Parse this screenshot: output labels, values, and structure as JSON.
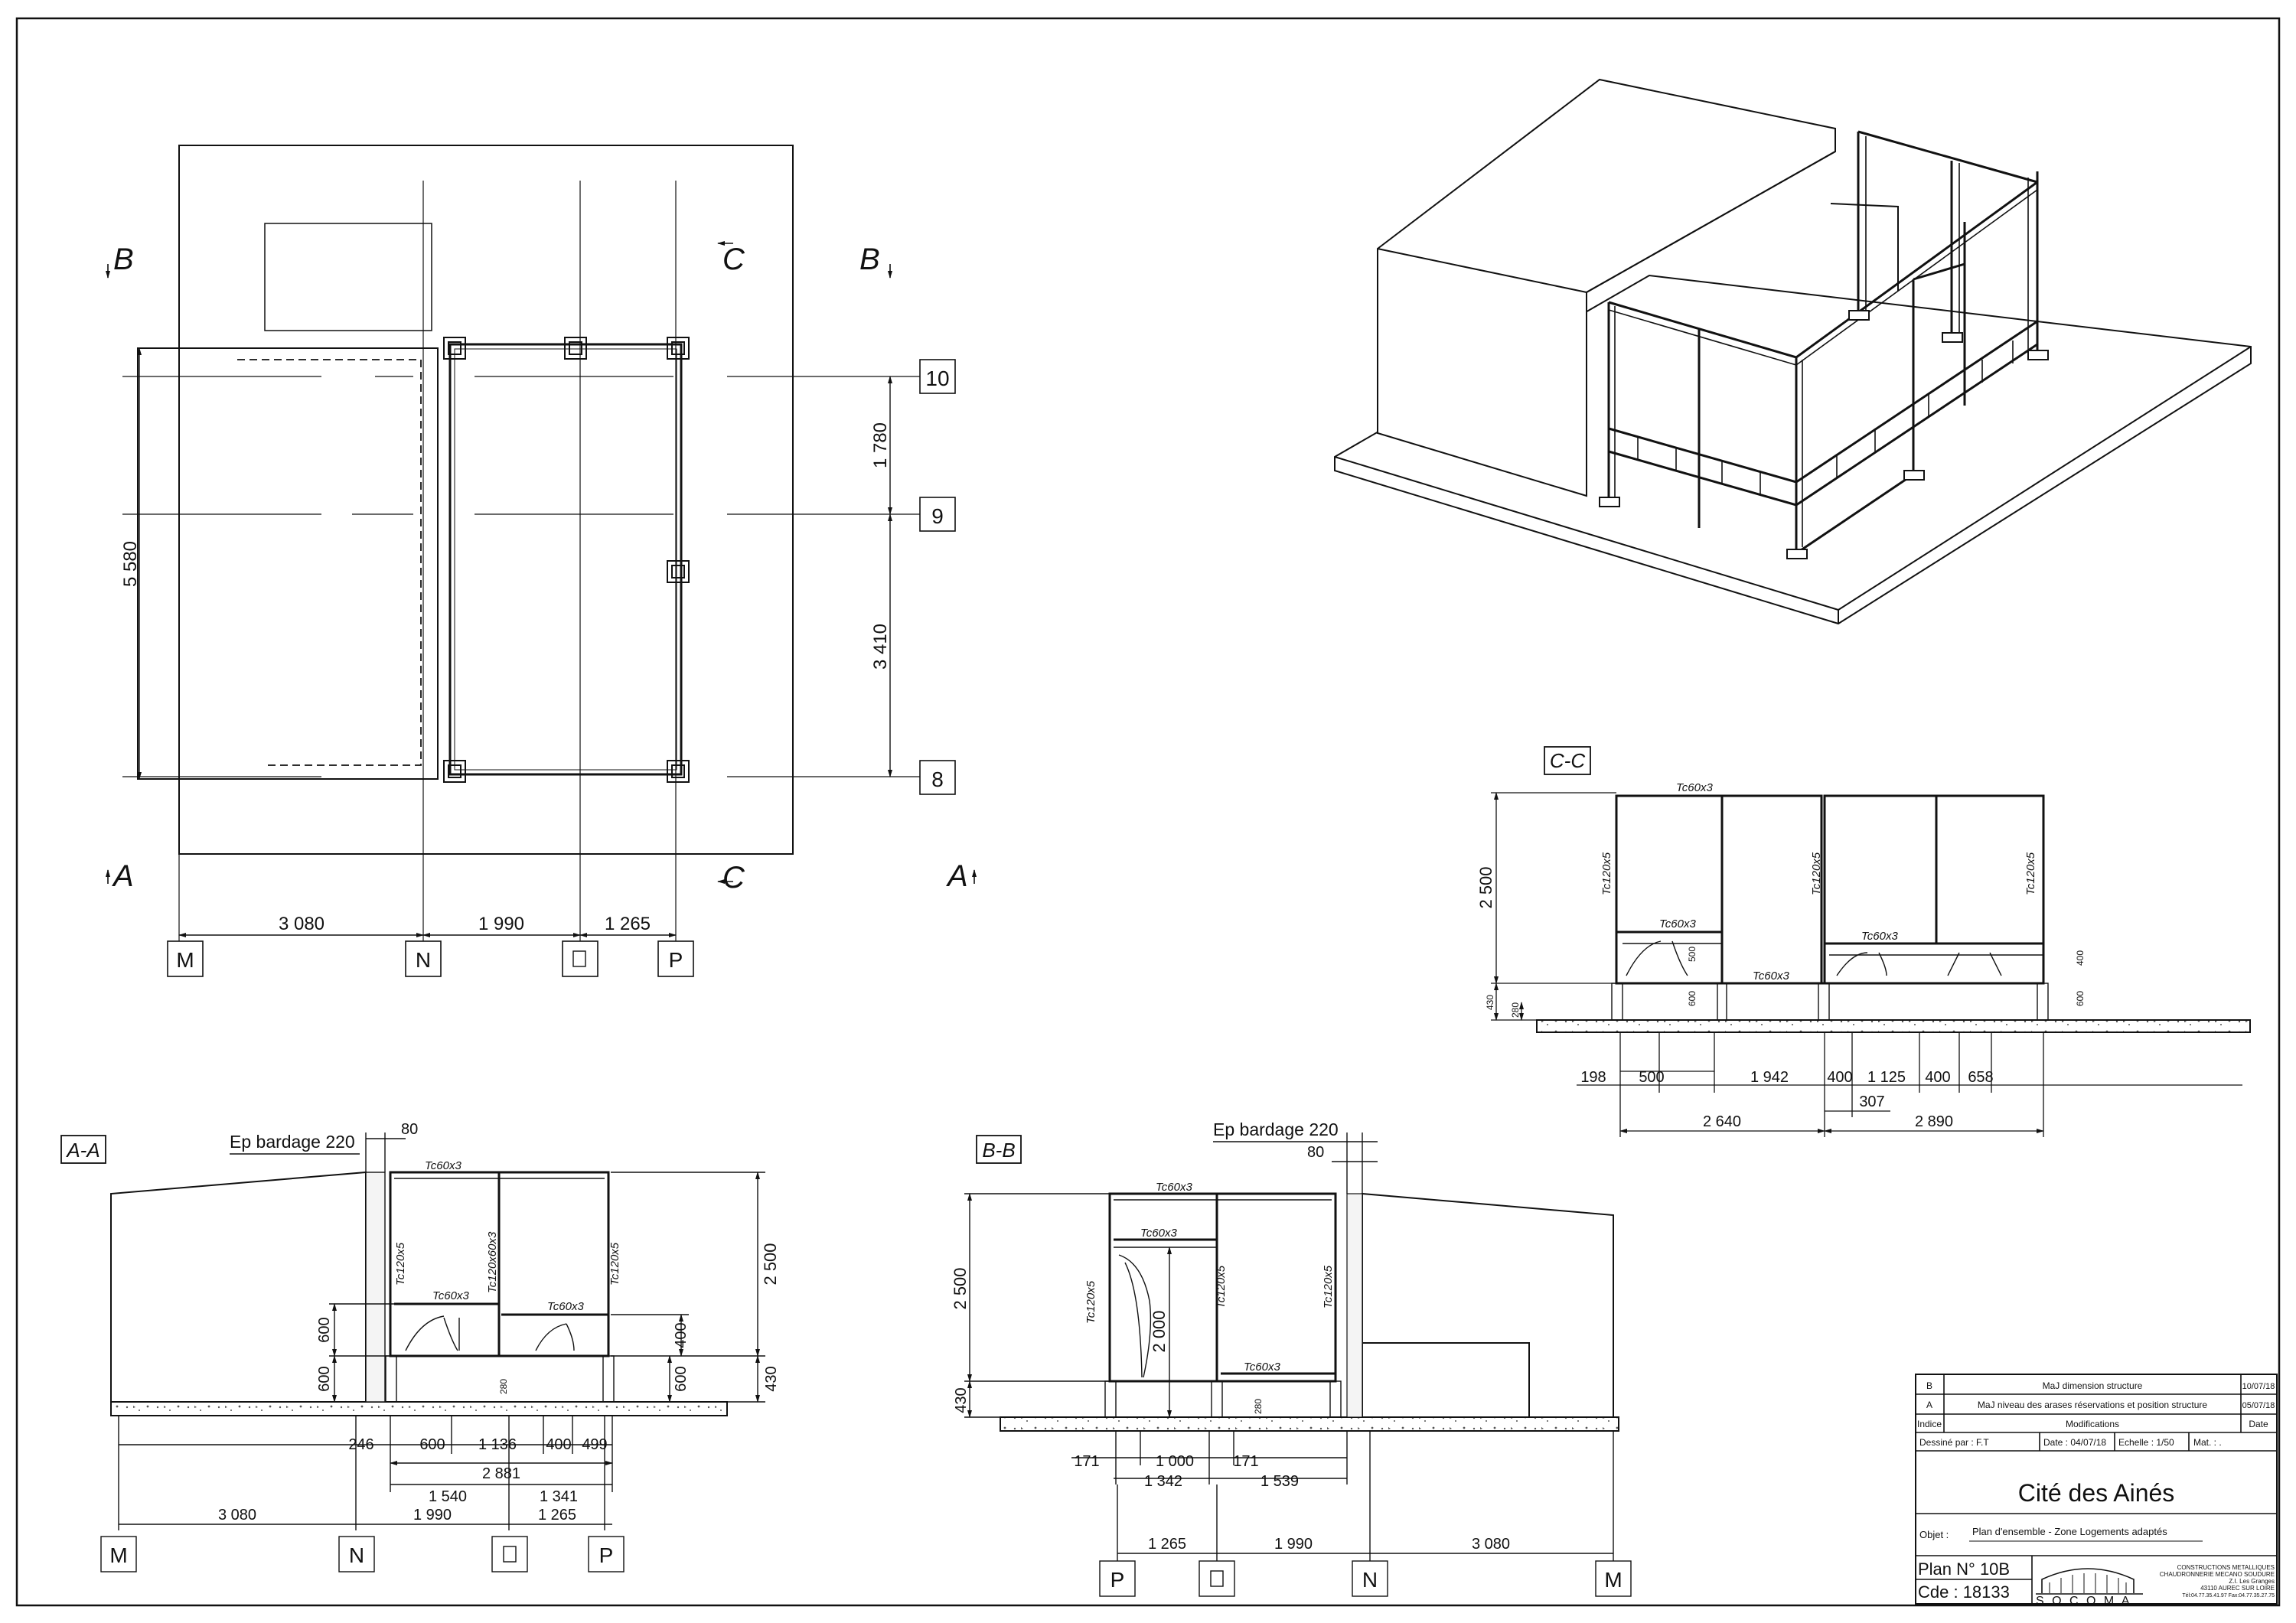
{
  "plan": {
    "section_markers": {
      "b_left": "B",
      "c_top": "C",
      "b_right": "B",
      "a_left": "A",
      "c_bottom": "C",
      "a_right": "A"
    },
    "grid_rows": [
      "10",
      "9",
      "8"
    ],
    "grid_cols": [
      "M",
      "N",
      "",
      "P"
    ],
    "dim_total_vertical": "5 580",
    "dim_10_9": "1 780",
    "dim_9_8": "3 410",
    "dim_m_n": "3 080",
    "dim_n_o": "1 990",
    "dim_o_p": "1 265"
  },
  "section_cc": {
    "title": "C-C",
    "labels": {
      "top_beam": "Tc60x3",
      "col_left": "Tc120x5",
      "col_mid": "Tc120x5",
      "col_right": "Tc120x5",
      "beam_lower_left": "Tc60x3",
      "beam_lower_right": "Tc60x3",
      "beam_base": "Tc60x3"
    },
    "height": "2 500",
    "dim_430": "430",
    "dim_280": "280",
    "dim_500": "500",
    "dim_600_a": "600",
    "dim_400": "400",
    "dim_600_b": "600",
    "row1": [
      "198",
      "500",
      "1 942",
      "400",
      "1 125",
      "400",
      "658"
    ],
    "dim_307": "307",
    "row2": [
      "2 640",
      "2 890"
    ]
  },
  "section_aa": {
    "title": "A-A",
    "cladding": "Ep bardage 220",
    "dim_80": "80",
    "labels": {
      "top_beam": "Tc60x3",
      "col_left": "Tc120x5",
      "col_mid": "Tc120x60x3",
      "col_right": "Tc120x5",
      "beam_mid_left": "Tc60x3",
      "beam_mid_right": "Tc60x3"
    },
    "dim_2500": "2 500",
    "dim_600_l1": "600",
    "dim_600_l2": "600",
    "dim_400_r": "400",
    "dim_600_r": "600",
    "dim_430": "430",
    "dim_280": "280",
    "row1": [
      "246",
      "600",
      "1 136",
      "400",
      "499"
    ],
    "row2": "2 881",
    "row3": [
      "1 540",
      "1 341"
    ],
    "row4": [
      "3 080",
      "1 990",
      "1 265"
    ],
    "grid": [
      "M",
      "N",
      "",
      "P"
    ]
  },
  "section_bb": {
    "title": "B-B",
    "cladding": "Ep bardage 220",
    "dim_80": "80",
    "labels": {
      "top_beam": "Tc60x3",
      "inner_beam": "Tc60x3",
      "col_left": "Tc120x5",
      "col_mid": "Tc120x5",
      "col_right": "Tc120x5",
      "low_beam": "Tc60x3"
    },
    "dim_2500": "2 500",
    "dim_2000": "2 000",
    "dim_430": "430",
    "dim_280": "280",
    "row1": [
      "171",
      "1 000",
      "171"
    ],
    "row2": [
      "1 342",
      "1 539"
    ],
    "row3": [
      "1 265",
      "1 990",
      "3 080"
    ],
    "grid": [
      "P",
      "",
      "N",
      "M"
    ]
  },
  "title_block": {
    "revisions": [
      {
        "index": "B",
        "text": "MaJ dimension structure",
        "date": "10/07/18"
      },
      {
        "index": "A",
        "text": "MaJ niveau des arases réservations et position structure",
        "date": "05/07/18"
      }
    ],
    "header": {
      "index": "Indice",
      "text": "Modifications",
      "date": "Date"
    },
    "drawn_by": "Dessiné par : F.T",
    "date": "Date : 04/07/18",
    "scale": "Echelle : 1/50",
    "material": "Mat. : .",
    "project": "Cité des Ainés",
    "object_label": "Objet :",
    "object": "Plan d'ensemble - Zone Logements adaptés",
    "plan_no": "Plan N°  10B",
    "order_no": "Cde :  18133",
    "company": "S O C O M A",
    "company_lines": [
      "CONSTRUCTIONS METALLIQUES",
      "CHAUDRONNERIE MECANO SOUDURE",
      "Z.I. Les Granges",
      "43110 AUREC SUR LOIRE",
      "Tél:04.77.35.41.97 Fax:04.77.35.27.75"
    ]
  },
  "colors": {
    "line": "#111111",
    "light": "#8a8a8a"
  }
}
